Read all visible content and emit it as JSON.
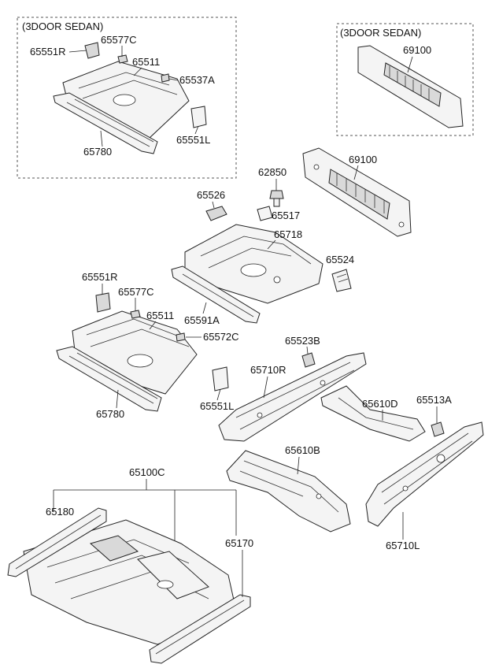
{
  "boxes": {
    "left_title": "(3DOOR SEDAN)",
    "right_title": "(3DOOR SEDAN)"
  },
  "labels": {
    "box_65551R": "65551R",
    "box_65577C": "65577C",
    "box_65511": "65511",
    "box_65537A": "65537A",
    "box_65780": "65780",
    "box_65551L": "65551L",
    "box_69100": "69100",
    "p69100": "69100",
    "p62850": "62850",
    "p65526": "65526",
    "p65517": "65517",
    "p65718": "65718",
    "p65524": "65524",
    "p65551R": "65551R",
    "p65577C": "65577C",
    "p65511": "65511",
    "p65591A": "65591A",
    "p65572C": "65572C",
    "p65523B": "65523B",
    "p65710R": "65710R",
    "p65780": "65780",
    "p65551L": "65551L",
    "p65610D": "65610D",
    "p65513A": "65513A",
    "p65610B": "65610B",
    "p65100C": "65100C",
    "p65180": "65180",
    "p65170": "65170",
    "p65710L": "65710L"
  }
}
